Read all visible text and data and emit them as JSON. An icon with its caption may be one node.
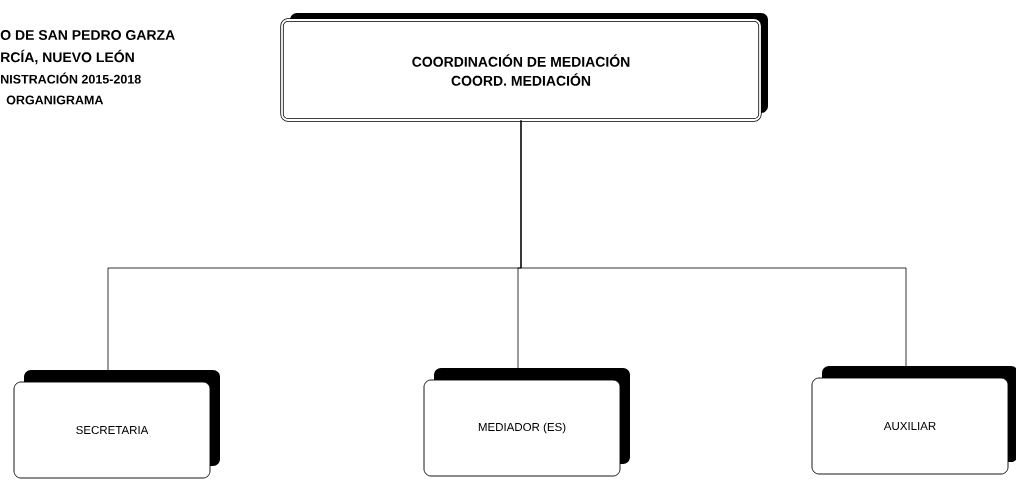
{
  "diagram": {
    "nodes": [
      {
        "text": [
          "COORDINACIÓN DE MEDIACIÓN",
          "COORD. MEDIACIÓN"
        ]
      },
      {
        "text": [
          "SECRETARIA"
        ]
      },
      {
        "text": [
          "MEDIADOR (ES)"
        ]
      },
      {
        "text": [
          "AUXILIAR"
        ]
      }
    ],
    "edges": [
      {
        "from": 0,
        "to": 1,
        "arrow": "none"
      },
      {
        "from": 0,
        "to": 2,
        "arrow": "none"
      },
      {
        "from": 0,
        "to": 3,
        "arrow": "none"
      }
    ],
    "labels": [
      "O DE SAN PEDRO GARZA",
      "RCÍA, NUEVO LEÓN",
      "NISTRACIÓN 2015-2018",
      "ORGANIGRAMA"
    ]
  }
}
